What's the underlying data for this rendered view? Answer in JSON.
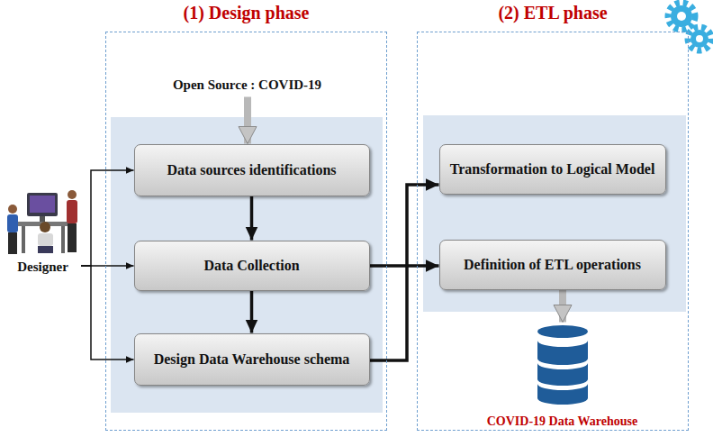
{
  "diagram": {
    "nodes": [
      {
        "text": [
          "Designer"
        ]
      },
      {
        "text": [
          "(1) Design phase"
        ]
      },
      {
        "text": [
          "Open Source : COVID-19"
        ],
        "in": 1
      },
      {
        "text": [
          "Data sources identifications"
        ],
        "in": 1
      },
      {
        "text": [
          "Data Collection"
        ],
        "in": 1
      },
      {
        "text": [
          "Design Data Warehouse schema"
        ],
        "in": 1
      },
      {
        "text": [
          "(2) ETL phase"
        ]
      },
      {
        "text": [
          "Transformation to Logical Model"
        ],
        "in": 6
      },
      {
        "text": [
          "Definition of ETL operations"
        ],
        "in": 6
      },
      {
        "text": [
          "COVID-19 Data Warehouse"
        ],
        "in": 6
      }
    ],
    "edges": [
      {
        "from": 0,
        "to": 3,
        "arrow": "to"
      },
      {
        "from": 0,
        "to": 4,
        "arrow": "to"
      },
      {
        "from": 0,
        "to": 5,
        "arrow": "to"
      },
      {
        "from": 2,
        "to": 3,
        "arrow": "to"
      },
      {
        "from": 3,
        "to": 4,
        "arrow": "to"
      },
      {
        "from": 4,
        "to": 5,
        "arrow": "to"
      },
      {
        "from": 4,
        "to": 8,
        "arrow": "to"
      },
      {
        "from": 5,
        "to": 7,
        "arrow": "to"
      },
      {
        "from": 8,
        "to": 9,
        "arrow": "to"
      }
    ]
  }
}
